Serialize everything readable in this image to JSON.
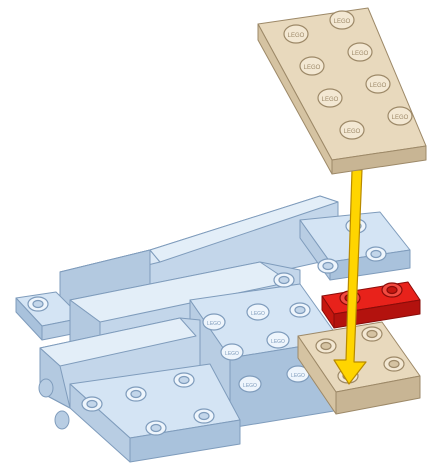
{
  "stud_logo": "LEGO",
  "colors": {
    "light_blue": "#d4e4f4",
    "light_blue_shade": "#a9c2dc",
    "light_blue_edge": "#7f9cbc",
    "tan": "#e8d9bd",
    "tan_shade": "#c8b594",
    "tan_edge": "#9d8968",
    "red": "#e8221b",
    "red_shade": "#b3120e",
    "arrow_fill": "#ffd500",
    "arrow_edge": "#b88a00"
  },
  "parts": [
    {
      "name": "tan-plate-2x4",
      "color": "tan",
      "role": "part to place"
    },
    {
      "name": "tan-plate-2x2",
      "color": "tan",
      "role": "target position"
    },
    {
      "name": "red-plate-1x2",
      "color": "red"
    },
    {
      "name": "light-blue-slopes",
      "color": "light_blue"
    }
  ],
  "arrow": {
    "direction": "down",
    "color": "arrow_fill"
  }
}
